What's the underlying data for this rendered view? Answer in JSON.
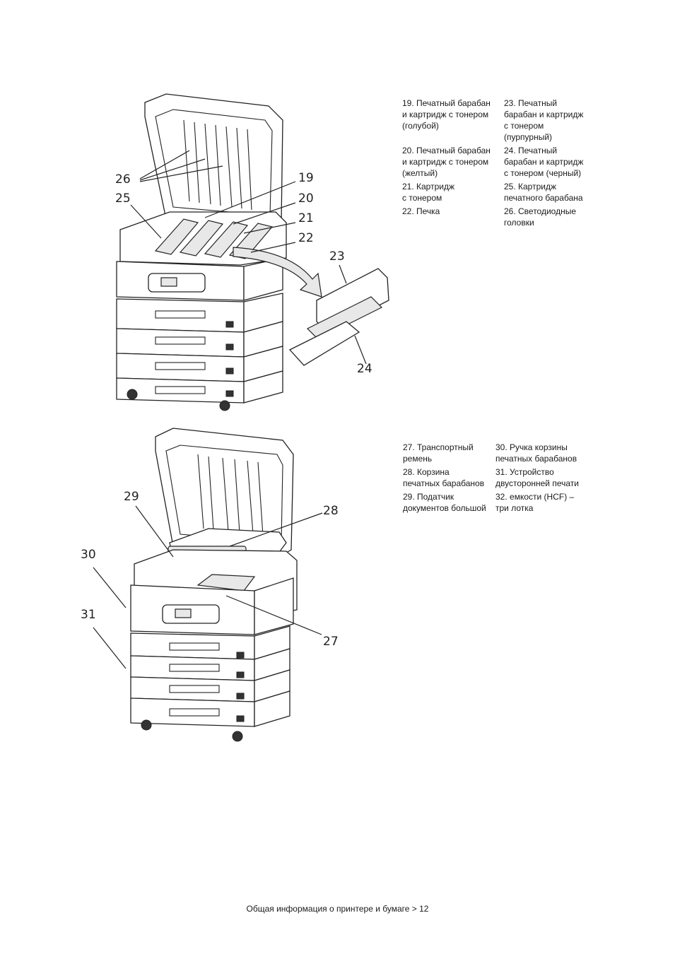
{
  "figure_1": {
    "legend": [
      {
        "id": "19",
        "text": "19. Печатный барабан\nи картридж с тонером\n(голубой)"
      },
      {
        "id": "23",
        "text": "23. Печатный\nбарабан и картридж\nс тонером\n(пурпурный)"
      },
      {
        "id": "20",
        "text": "20. Печатный барабан\nи картридж с тонером\n(желтый)"
      },
      {
        "id": "24",
        "text": "24. Печатный\nбарабан и картридж\nс тонером (черный)"
      },
      {
        "id": "21",
        "text": "21. Картридж\nс тонером"
      },
      {
        "id": "25",
        "text": "25. Картридж\nпечатного барабана"
      },
      {
        "id": "22",
        "text": "22. Печка"
      },
      {
        "id": "26",
        "text": "26. Светодиодные\nголовки"
      }
    ],
    "callouts": [
      "26",
      "25",
      "19",
      "20",
      "21",
      "22",
      "23",
      "24"
    ]
  },
  "figure_2": {
    "legend": [
      {
        "id": "27",
        "text": "27. Транспортный\nремень"
      },
      {
        "id": "30",
        "text": "30. Ручка корзины\nпечатных барабанов"
      },
      {
        "id": "28",
        "text": "28. Корзина\nпечатных барабанов"
      },
      {
        "id": "31",
        "text": "31. Устройство\nдвусторонней печати"
      },
      {
        "id": "29",
        "text": "29. Податчик\nдокументов большой"
      },
      {
        "id": "32",
        "text": "32.  емкости (HCF) –\nтри лотка"
      }
    ],
    "callouts": [
      "29",
      "28",
      "30",
      "31",
      "27"
    ]
  },
  "footer": {
    "text": "Общая информация о принтере и бумаге > 12"
  }
}
